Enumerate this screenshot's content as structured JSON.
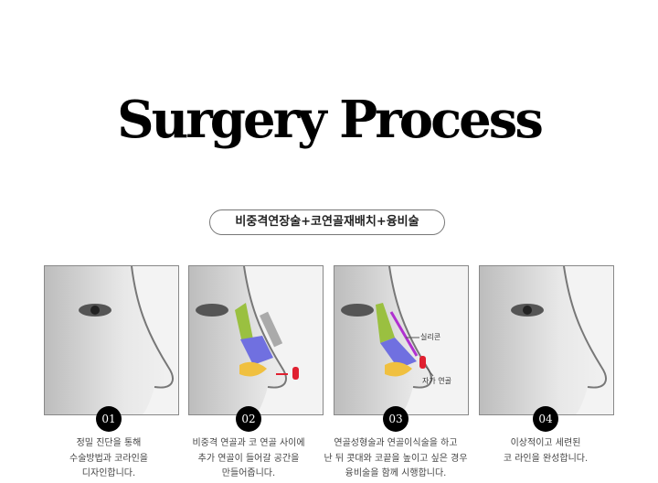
{
  "title": "Surgery Process",
  "procedure_label": "비중격연장술+코연골재배치+융비술",
  "steps": [
    {
      "number": "01",
      "lines": [
        "정밀 진단을 통해",
        "수술방법과 코라인을",
        "디자인합니다."
      ]
    },
    {
      "number": "02",
      "lines": [
        "비중격 연골과 코 연골 사이에",
        "추가 연골이 들어갈 공간을",
        "만들어줍니다."
      ]
    },
    {
      "number": "03",
      "lines": [
        "연골성형술과 연골이식술을 하고",
        "난 뒤 콧대와 코끝을 높이고 싶은 경우",
        "융비술을 함께 시행합니다."
      ],
      "labels": [
        "실리콘",
        "자가 연골"
      ]
    },
    {
      "number": "04",
      "lines": [
        "이상적이고 세련된",
        "코 라인을 완성합니다."
      ]
    }
  ]
}
